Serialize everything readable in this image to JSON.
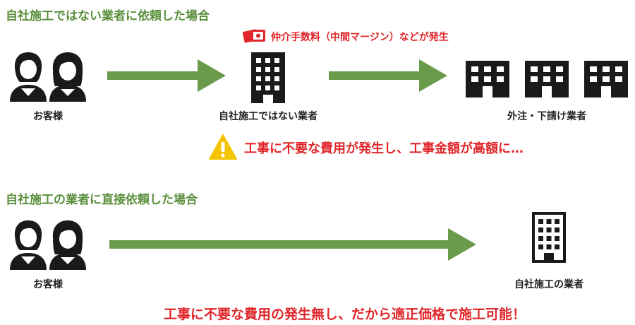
{
  "colors": {
    "accent_green": "#5a8f3c",
    "arrow_green": "#6a9b4b",
    "alert_red": "#e0262a",
    "warning_yellow": "#f5c400",
    "icon_dark": "#1a1a1a"
  },
  "section1": {
    "title": "自社施工ではない業者に依頼した場合",
    "customer_label": "お客様",
    "middle_label": "自社施工ではない業者",
    "sub_label": "外注・下請け業者",
    "fee_note": "仲介手数料（中間マージン）などが発生",
    "warning": "工事に不要な費用が発生し、工事金額が高額に…",
    "icons": [
      "customers-icon",
      "building-icon",
      "subcontractor-building-icon",
      "warning-icon",
      "money-icon"
    ]
  },
  "section2": {
    "title": "自社施工の業者に直接依頼した場合",
    "customer_label": "お客様",
    "contractor_label": "自社施工の業者",
    "conclusion": "工事に不要な費用の発生無し、だから適正価格で施工可能！",
    "icons": [
      "customers-icon",
      "building-icon"
    ]
  }
}
